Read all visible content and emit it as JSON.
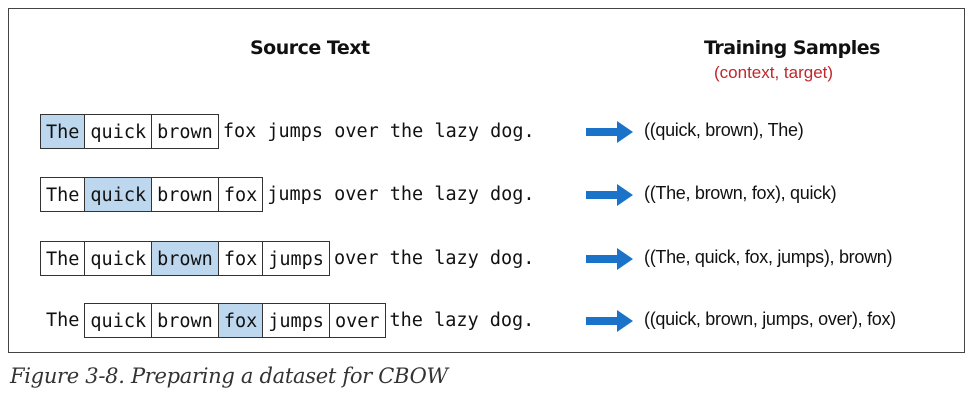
{
  "headers": {
    "source": "Source Text",
    "training": "Training Samples",
    "training_sub": "(context, target)"
  },
  "rows": [
    {
      "window": [
        {
          "word": "The",
          "role": "target"
        },
        {
          "word": "quick",
          "role": "context"
        },
        {
          "word": "brown",
          "role": "context"
        }
      ],
      "pre": "",
      "rest": "fox jumps over the lazy dog.",
      "sample": "((quick, brown), The)"
    },
    {
      "window": [
        {
          "word": "The",
          "role": "context"
        },
        {
          "word": "quick",
          "role": "target"
        },
        {
          "word": "brown",
          "role": "context"
        },
        {
          "word": "fox",
          "role": "context"
        }
      ],
      "pre": "",
      "rest": "jumps over the lazy dog.",
      "sample": "((The, brown, fox), quick)"
    },
    {
      "window": [
        {
          "word": "The",
          "role": "context"
        },
        {
          "word": "quick",
          "role": "context"
        },
        {
          "word": "brown",
          "role": "target"
        },
        {
          "word": "fox",
          "role": "context"
        },
        {
          "word": "jumps",
          "role": "context"
        }
      ],
      "pre": "",
      "rest": "over the lazy dog.",
      "sample": "((The, quick, fox, jumps), brown)"
    },
    {
      "window": [
        {
          "word": "quick",
          "role": "context"
        },
        {
          "word": "brown",
          "role": "context"
        },
        {
          "word": "fox",
          "role": "target"
        },
        {
          "word": "jumps",
          "role": "context"
        },
        {
          "word": "over",
          "role": "context"
        }
      ],
      "pre": "The",
      "rest": "the lazy dog.",
      "sample": "((quick, brown, jumps, over), fox)"
    }
  ],
  "caption": "Figure 3-8. Preparing a dataset for CBOW",
  "colors": {
    "highlight": "#bcd7ee",
    "arrow": "#1a73c9",
    "subtitle": "#c0272d"
  },
  "icons": {
    "arrow": "right-arrow-icon"
  }
}
